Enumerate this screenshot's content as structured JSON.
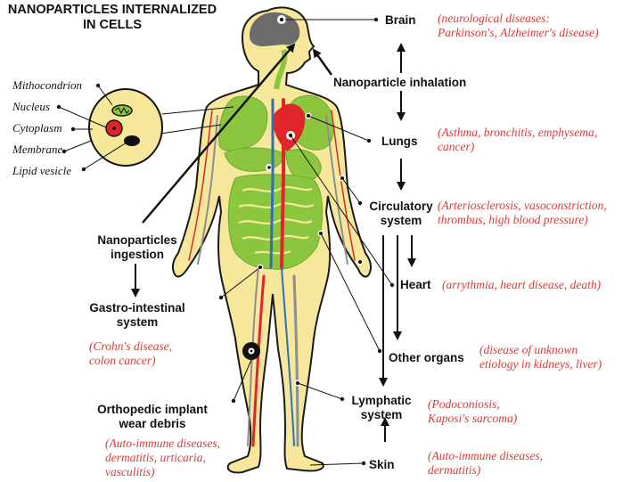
{
  "title": {
    "line1": "NANOPARTICLES INTERNALIZED",
    "line2": "IN CELLS"
  },
  "cell_parts": [
    "Mithocondrion",
    "Nucleus",
    "Cytoplasm",
    "Membrane",
    "Lipid vesicle"
  ],
  "pathways": {
    "inhalation": "Nanoparticle inhalation",
    "ingestion": {
      "line1": "Nanoparticles",
      "line2": "ingestion"
    }
  },
  "organs": {
    "brain": "Brain",
    "lungs": "Lungs",
    "circulatory": {
      "line1": "Circulatory",
      "line2": "system"
    },
    "heart": "Heart",
    "other_organs": "Other organs",
    "lymphatic": {
      "line1": "Lymphatic",
      "line2": "system"
    },
    "skin": "Skin",
    "gastro": {
      "line1": "Gastro-intestinal",
      "line2": "system"
    },
    "orthopedic": {
      "line1": "Orthopedic implant",
      "line2": "wear debris"
    }
  },
  "diseases": {
    "brain": {
      "line1": "(neurological diseases:",
      "line2": "Parkinson's, Alzheimer's disease)"
    },
    "lungs": {
      "line1": "(Asthma, bronchitis, emphysema,",
      "line2": "cancer)"
    },
    "circulatory": {
      "line1": "(Arteriosclerosis, vasoconstriction,",
      "line2": "thrombus, high blood pressure)"
    },
    "heart": "(arrythmia, heart disease, death)",
    "other_organs": {
      "line1": "(disease of unknown",
      "line2": "etiology in kidneys, liver)"
    },
    "lymphatic": {
      "line1": "(Podoconiosis,",
      "line2": "Kaposi's sarcoma)"
    },
    "skin": {
      "line1": "(Auto-immune diseases,",
      "line2": "dermatitis)"
    },
    "gastro": {
      "line1": "(Crohn's disease,",
      "line2": "colon cancer)"
    },
    "orthopedic": {
      "line1": "(Auto-immune diseases,",
      "line2": "dermatitis, urticaria,",
      "line3": "vasculitis)"
    }
  },
  "colors": {
    "skin": "#f7e79a",
    "outline": "#1a1a1a",
    "organ_green": "#8cc63f",
    "organ_green_dark": "#6fa834",
    "blood_red": "#e0262b",
    "vein_blue": "#2f6fb7",
    "brain_gray": "#6b6b6b",
    "disease_red": "#d93a3a",
    "vessel_gray": "#8a8f94"
  }
}
